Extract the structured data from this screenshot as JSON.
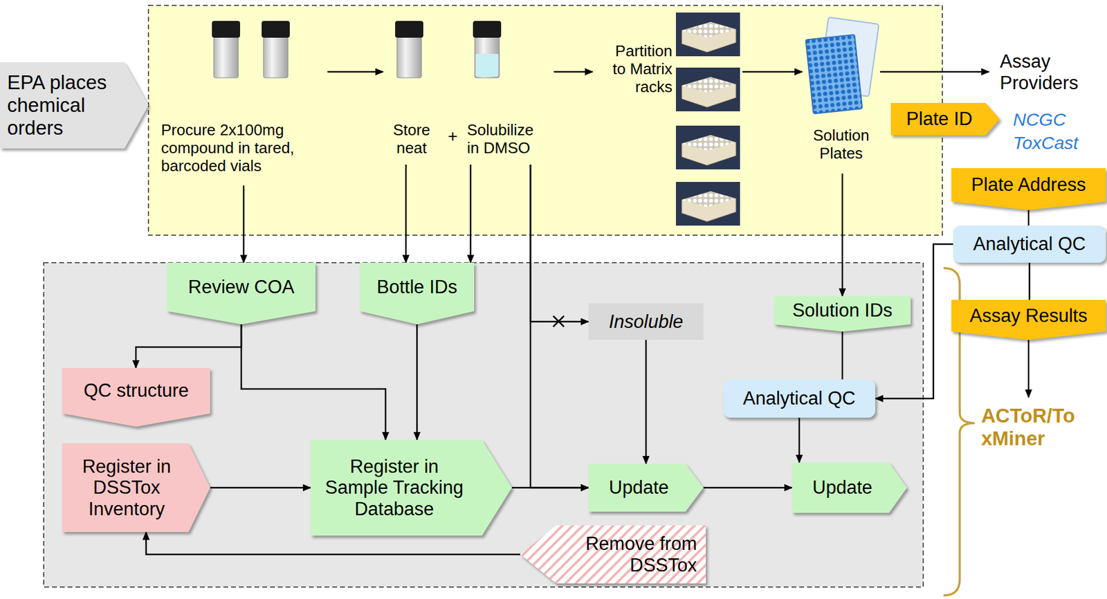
{
  "diagram": {
    "nodes": [
      {
        "text": [
          "EPA places chemical orders"
        ]
      },
      {
        "text": [
          "Procure 2x100mg compound in tared, barcoded vials"
        ]
      },
      {
        "text": [
          "Store neat"
        ]
      },
      {
        "text": [
          "Solubilize in DMSO"
        ]
      },
      {
        "text": [
          "Partition to Matrix racks"
        ]
      },
      {
        "text": [
          "Solution Plates"
        ]
      },
      {
        "text": [
          "Assay Providers"
        ]
      },
      {
        "text": [
          "Plate ID"
        ]
      },
      {
        "text": [
          "Plate Address"
        ]
      },
      {
        "text": [
          "Analytical QC"
        ]
      },
      {
        "text": [
          "Assay Results"
        ]
      },
      {
        "text": [
          "Review COA"
        ]
      },
      {
        "text": [
          "Bottle IDs"
        ]
      },
      {
        "text": [
          "Insoluble"
        ]
      },
      {
        "text": [
          "Solution IDs"
        ]
      },
      {
        "text": [
          "QC structure"
        ]
      },
      {
        "text": [
          "Analytical QC"
        ]
      },
      {
        "text": [
          "Register in DSSTox Inventory"
        ]
      },
      {
        "text": [
          "Register in Sample Tracking Database"
        ]
      },
      {
        "text": [
          "Update"
        ]
      },
      {
        "text": [
          "Update"
        ]
      },
      {
        "text": [
          "Remove from DSSTox"
        ]
      }
    ],
    "edges": [
      {
        "from": 1,
        "to": 2,
        "arrow": "to"
      },
      {
        "from": 3,
        "to": 4,
        "arrow": "to"
      },
      {
        "from": 4,
        "to": 5,
        "arrow": "to"
      },
      {
        "from": 5,
        "to": 6,
        "arrow": "to"
      },
      {
        "from": 1,
        "to": 11,
        "arrow": "to"
      },
      {
        "from": 2,
        "to": 12,
        "arrow": "to"
      },
      {
        "from": 3,
        "to": 12,
        "arrow": "to"
      },
      {
        "from": 3,
        "to": 13,
        "arrow": "to"
      },
      {
        "from": 3,
        "to": 19,
        "arrow": "to"
      },
      {
        "from": 11,
        "to": 15,
        "arrow": "to"
      },
      {
        "from": 11,
        "to": 18,
        "arrow": "to"
      },
      {
        "from": 12,
        "to": 18,
        "arrow": "to"
      },
      {
        "from": 17,
        "to": 18,
        "arrow": "to"
      },
      {
        "from": 18,
        "to": 19,
        "arrow": "to"
      },
      {
        "from": 13,
        "to": 19,
        "arrow": "to"
      },
      {
        "from": 19,
        "to": 20,
        "arrow": "to"
      },
      {
        "from": 5,
        "to": 14,
        "arrow": "to"
      },
      {
        "from": 14,
        "to": 16,
        "arrow": "none"
      },
      {
        "from": 16,
        "to": 20,
        "arrow": "to"
      },
      {
        "from": 9,
        "to": 16,
        "arrow": "to"
      },
      {
        "from": 8,
        "to": 9,
        "arrow": "none"
      },
      {
        "from": 9,
        "to": 10,
        "arrow": "none"
      },
      {
        "from": 21,
        "to": 17,
        "arrow": "to"
      }
    ],
    "labels": [
      "+",
      "ACToR/ToxMiner",
      "NCGC",
      "ToxCast"
    ]
  }
}
